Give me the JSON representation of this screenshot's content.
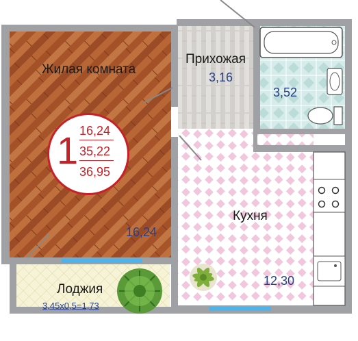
{
  "rooms": {
    "living_room": {
      "name": "Жилая комната",
      "area": "16,24"
    },
    "hallway": {
      "name": "Прихожая",
      "area": "3,16"
    },
    "bathroom": {
      "area": "3,52"
    },
    "kitchen": {
      "name": "Кухня",
      "area": "12,30"
    },
    "loggia": {
      "name": "Лоджия",
      "calc": "3,45х0,5=1,73"
    }
  },
  "badge": {
    "rooms_count": "1",
    "living_area": "16,24",
    "total_area": "35,22",
    "total_with_loggia": "36,95"
  },
  "colors": {
    "wall": "#a0a1a5",
    "wood": "#b05a2c",
    "kitchen_tile": "#f0c8dc",
    "bath_tile": "#cfe6e4",
    "hall_floor": "#d9d6d2",
    "loggia_floor": "#f3f0cf",
    "window": "#4fb3e9",
    "accent_red": "#c72026",
    "label_blue": "#273f86"
  }
}
